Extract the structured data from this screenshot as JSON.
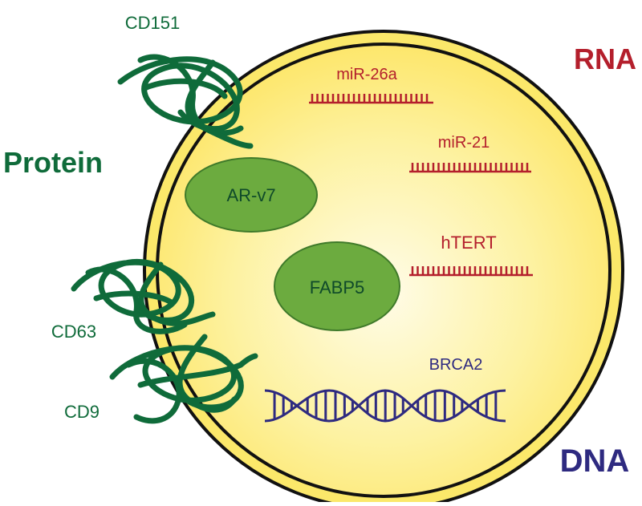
{
  "categories": {
    "protein": "Protein",
    "rna": "RNA",
    "dna": "DNA"
  },
  "membrane_proteins": {
    "cd151": "CD151",
    "cd63": "CD63",
    "cd9": "CD9"
  },
  "internal_proteins": {
    "arv7": "AR-v7",
    "fabp5": "FABP5"
  },
  "rna_items": {
    "mir26a": "miR-26a",
    "mir21": "miR-21",
    "htert": "hTERT"
  },
  "dna_items": {
    "brca2": "BRCA2"
  },
  "colors": {
    "protein": "#0f6b3a",
    "protein_blob": "#6cab3f",
    "rna": "#b41f2c",
    "dna": "#2e2a80",
    "vesicle_fill_center": "#fffbe0",
    "vesicle_fill_edge": "#fde770",
    "outline": "#111111"
  }
}
